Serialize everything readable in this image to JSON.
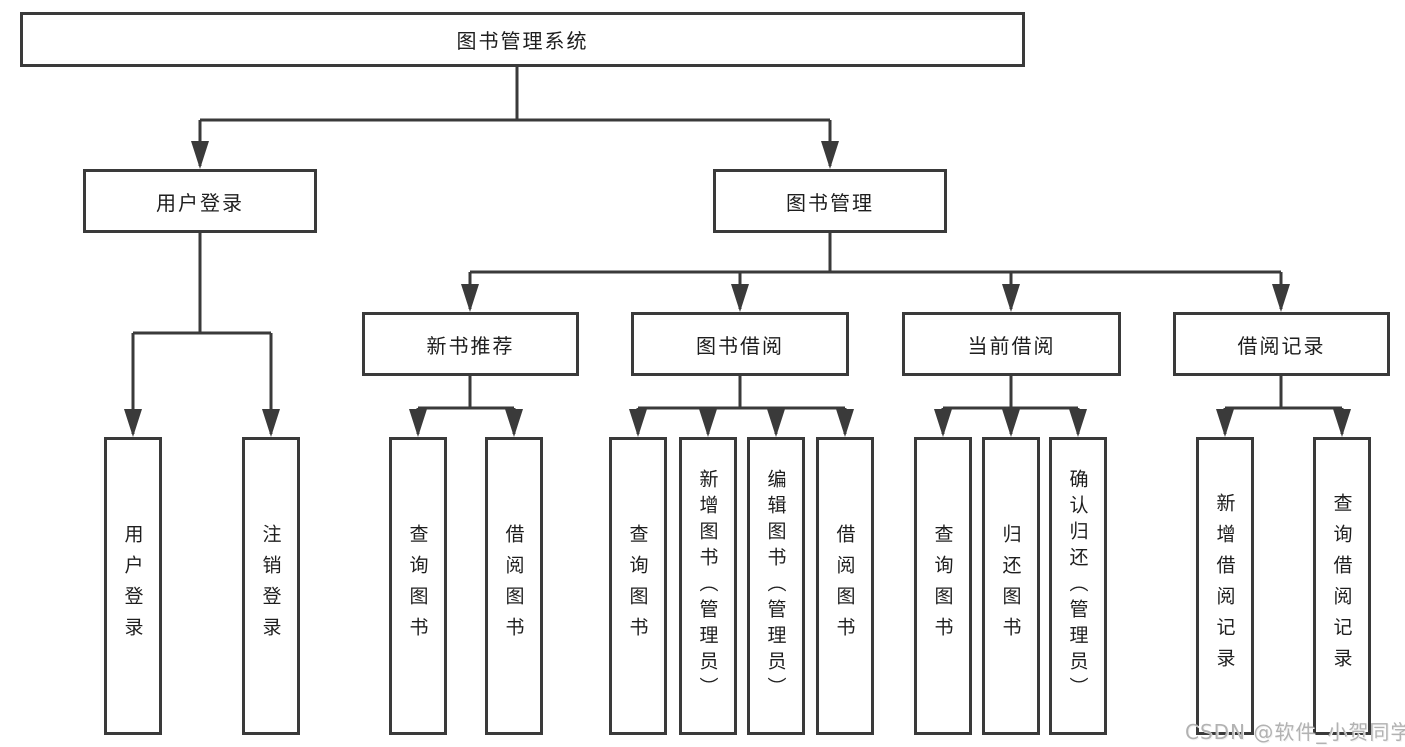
{
  "diagram": {
    "type": "hierarchy-tree",
    "title": "图书管理系统",
    "tree": {
      "label": "图书管理系统",
      "children": [
        {
          "label": "用户登录",
          "children": [
            {
              "label": "用户登录"
            },
            {
              "label": "注销登录"
            }
          ]
        },
        {
          "label": "图书管理",
          "children": [
            {
              "label": "新书推荐",
              "children": [
                {
                  "label": "查询图书"
                },
                {
                  "label": "借阅图书"
                }
              ]
            },
            {
              "label": "图书借阅",
              "children": [
                {
                  "label": "查询图书"
                },
                {
                  "label": "新增图书（管理员）"
                },
                {
                  "label": "编辑图书（管理员）"
                },
                {
                  "label": "借阅图书"
                }
              ]
            },
            {
              "label": "当前借阅",
              "children": [
                {
                  "label": "查询图书"
                },
                {
                  "label": "归还图书"
                },
                {
                  "label": "确认归还（管理员）"
                }
              ]
            },
            {
              "label": "借阅记录",
              "children": [
                {
                  "label": "新增借阅记录"
                },
                {
                  "label": "查询借阅记录"
                }
              ]
            }
          ]
        }
      ]
    },
    "colors": {
      "line": "#3a3a3a",
      "box_border": "#3a3a3a",
      "box_fill": "#ffffff",
      "text": "#1e1e1e",
      "background": "#ffffff",
      "watermark": "#b2b2b2"
    }
  },
  "watermark": {
    "text": "CSDN @软件_小贺同学"
  }
}
